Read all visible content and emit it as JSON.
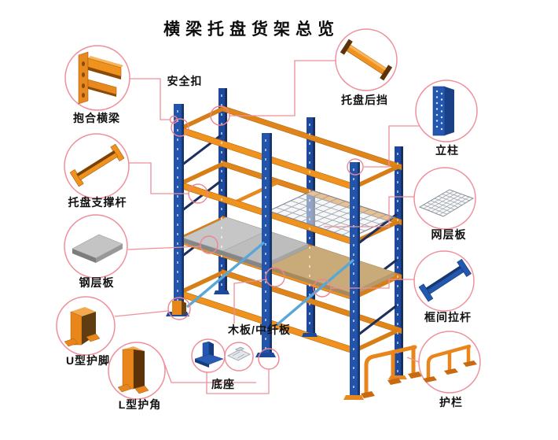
{
  "title": "横梁托盘货架总览",
  "callouts": {
    "clamp_beam": {
      "label": "抱合横梁"
    },
    "safety_clip": {
      "label": "安全扣"
    },
    "pallet_support_bar": {
      "label": "托盘支撑杆"
    },
    "steel_shelf_panel": {
      "label": "钢层板"
    },
    "u_foot_guard": {
      "label": "U型护脚"
    },
    "l_corner_guard": {
      "label": "L型护角"
    },
    "base": {
      "label": "底座"
    },
    "wood_mdf_board": {
      "label": "木板/中纤板"
    },
    "pallet_back_stop": {
      "label": "托盘后挡"
    },
    "upright": {
      "label": "立柱"
    },
    "wire_mesh_panel": {
      "label": "网层板"
    },
    "frame_tie_rod": {
      "label": "框间拉杆"
    },
    "guardrail": {
      "label": "护栏"
    }
  },
  "colors": {
    "callout_pink": "#ef8f9b",
    "rack_blue": "#2254ac",
    "rack_blue_dark": "#16386f",
    "beam_orange": "#f0921e",
    "brace_lightblue": "#58a7d9",
    "brace_navy": "#1d2f5e",
    "steel_gray": "#c4c4c4",
    "wood_tan": "#c9ab79",
    "background": "#ffffff",
    "text": "#111111"
  }
}
